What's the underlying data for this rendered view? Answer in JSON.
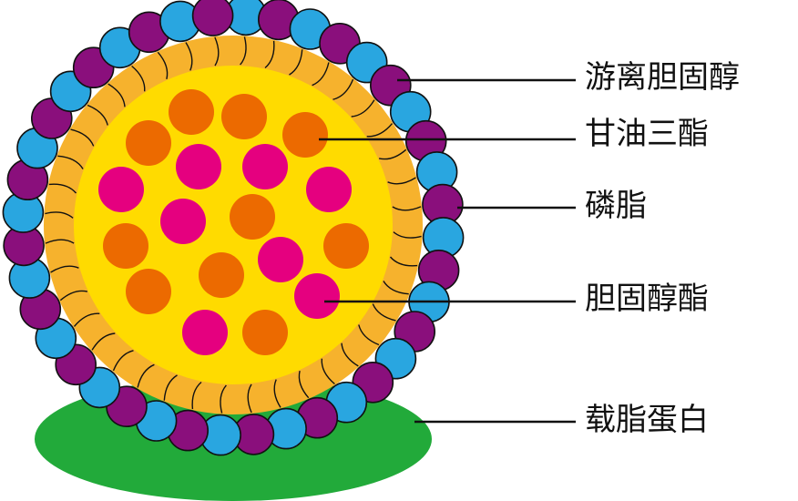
{
  "labels": {
    "free_cholesterol": "游离胆固醇",
    "triglyceride": "甘油三酯",
    "phospholipid": "磷脂",
    "cholesteryl_ester": "胆固醇酯",
    "apolipoprotein": "载脂蛋白"
  },
  "colors": {
    "apolipoprotein": "#22aa3a",
    "phospholipid_tail_layer": "#f6b22d",
    "core": "#ffdb00",
    "triglyceride": "#ec6a00",
    "cholesteryl_ester": "#e5007f",
    "phospholipid_head": "#29a6e0",
    "free_cholesterol": "#8a0f7c",
    "line": "#111111"
  }
}
